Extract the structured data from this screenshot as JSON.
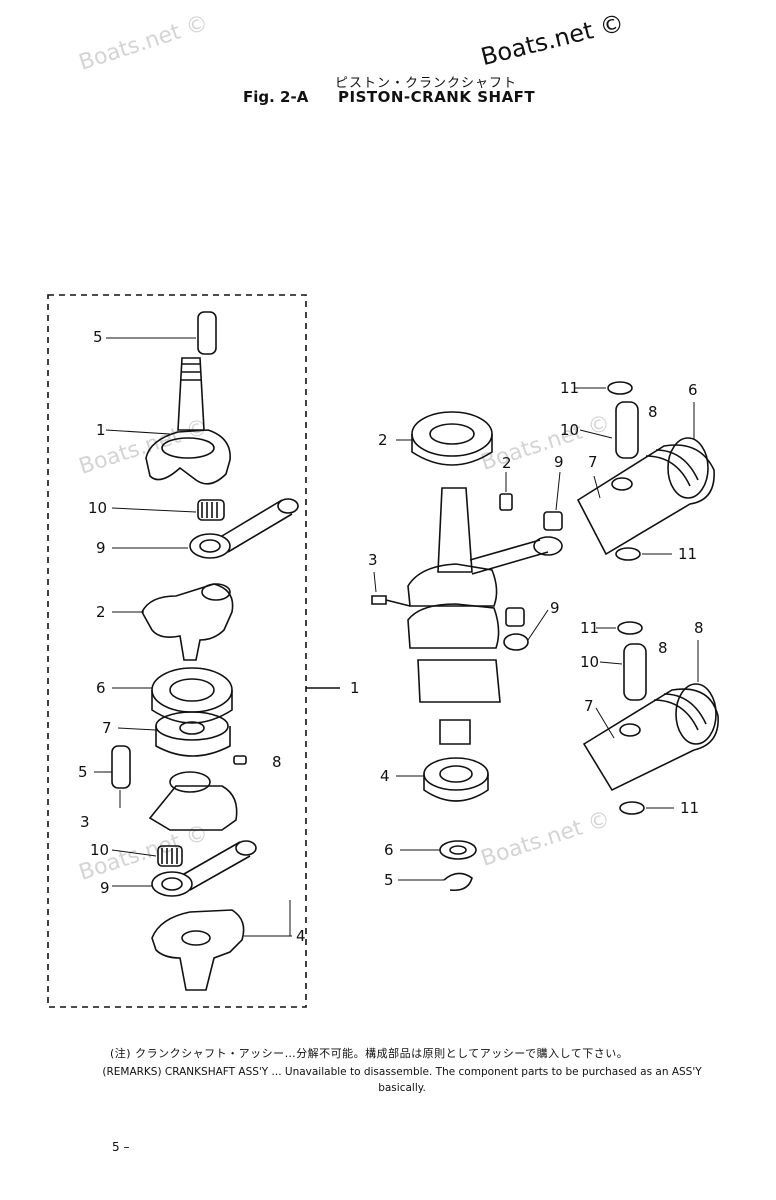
{
  "header": {
    "jp_title": "ピストン・クランクシャフト",
    "fig_number": "Fig. 2-A",
    "fig_title": "PISTON-CRANK SHAFT"
  },
  "watermarks": {
    "main": "Boats.net ©",
    "faded": "Boats.net ©"
  },
  "callouts": {
    "left": [
      "5",
      "1",
      "10",
      "9",
      "2",
      "6",
      "7",
      "5",
      "3",
      "10",
      "9",
      "8",
      "4"
    ],
    "assembly": "1",
    "center": [
      "2",
      "2",
      "3",
      "4",
      "6",
      "5"
    ],
    "right": [
      "11",
      "8",
      "6",
      "10",
      "7",
      "9",
      "11",
      "9",
      "11",
      "8",
      "10",
      "8",
      "7",
      "11"
    ]
  },
  "remarks": {
    "jp": "(注) クランクシャフト・アッシー…分解不可能。構成部品は原則としてアッシーで購入して下さい。",
    "en": "(REMARKS) CRANKSHAFT ASS'Y ... Unavailable to disassemble. The component parts to be purchased as an ASS'Y basically."
  },
  "footer": {
    "page": "5 –"
  }
}
